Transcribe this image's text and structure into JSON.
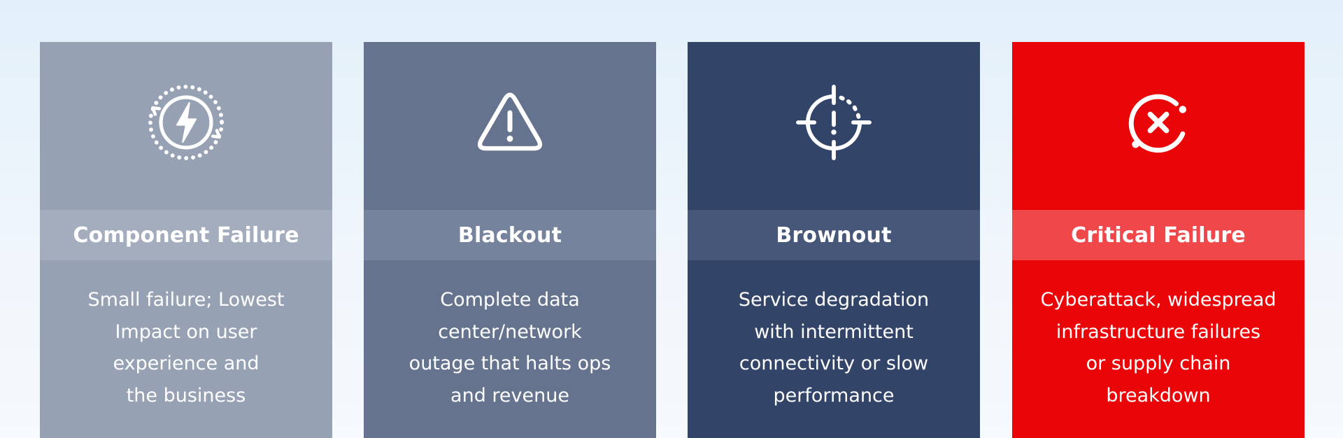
{
  "cards": [
    {
      "title": "Component Failure",
      "description_lines": [
        "Small failure; Lowest",
        "Impact on user",
        "experience and",
        "the business"
      ],
      "icon": "lightning-bolt-dotted-circle-icon",
      "bg_color": "#97a1b4",
      "band_color": "#a4adbe"
    },
    {
      "title": "Blackout",
      "description_lines": [
        "Complete data",
        "center/network",
        "outage that halts ops",
        "and revenue"
      ],
      "icon": "warning-triangle-icon",
      "bg_color": "#65738e",
      "band_color": "#75839c"
    },
    {
      "title": "Brownout",
      "description_lines": [
        "Service degradation",
        "with intermittent",
        "connectivity or slow",
        "performance"
      ],
      "icon": "crosshair-exclamation-icon",
      "bg_color": "#334469",
      "band_color": "#475779"
    },
    {
      "title": "Critical Failure",
      "description_lines": [
        "Cyberattack, widespread",
        "infrastructure failures",
        "or supply chain",
        "breakdown"
      ],
      "icon": "x-circle-icon",
      "bg_color": "#ea0608",
      "band_color": "#f0484a"
    }
  ]
}
